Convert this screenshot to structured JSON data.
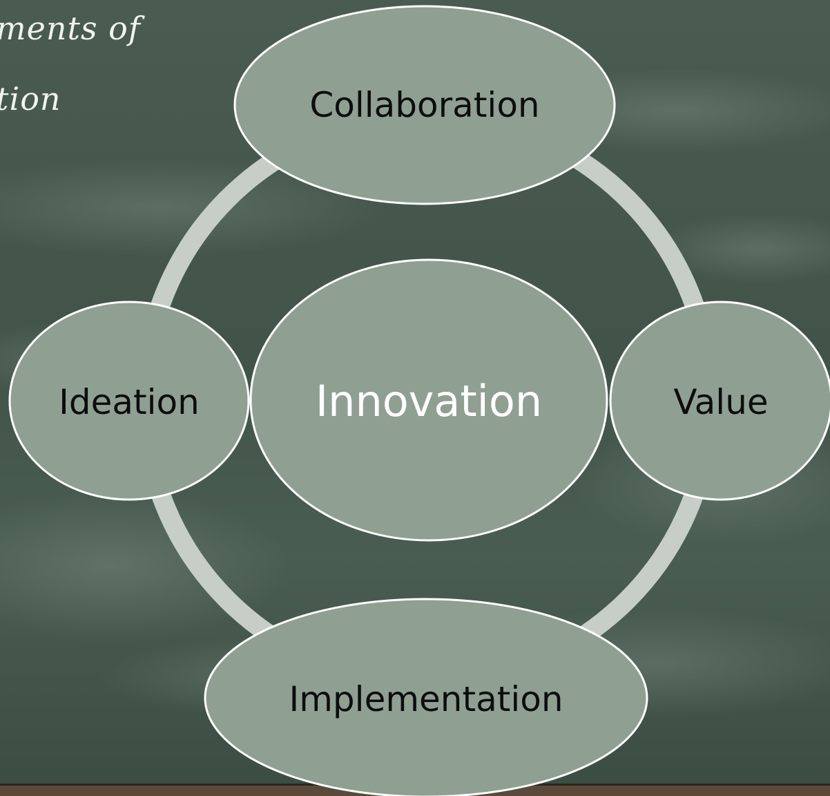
{
  "slide": {
    "title_fragment_line1": "ments of",
    "title_fragment_line2": "tion"
  },
  "diagram": {
    "center": "Innovation",
    "nodes": {
      "top": "Collaboration",
      "left": "Ideation",
      "right": "Value",
      "bottom": "Implementation"
    }
  },
  "colors": {
    "board": "#3f5147",
    "node_fill": "#8fa093",
    "node_stroke": "#ffffff",
    "ring": "#c7cec8",
    "label_dark": "#0d0d0d",
    "label_light": "#ffffff",
    "title_chalk": "#f1f3ef"
  }
}
